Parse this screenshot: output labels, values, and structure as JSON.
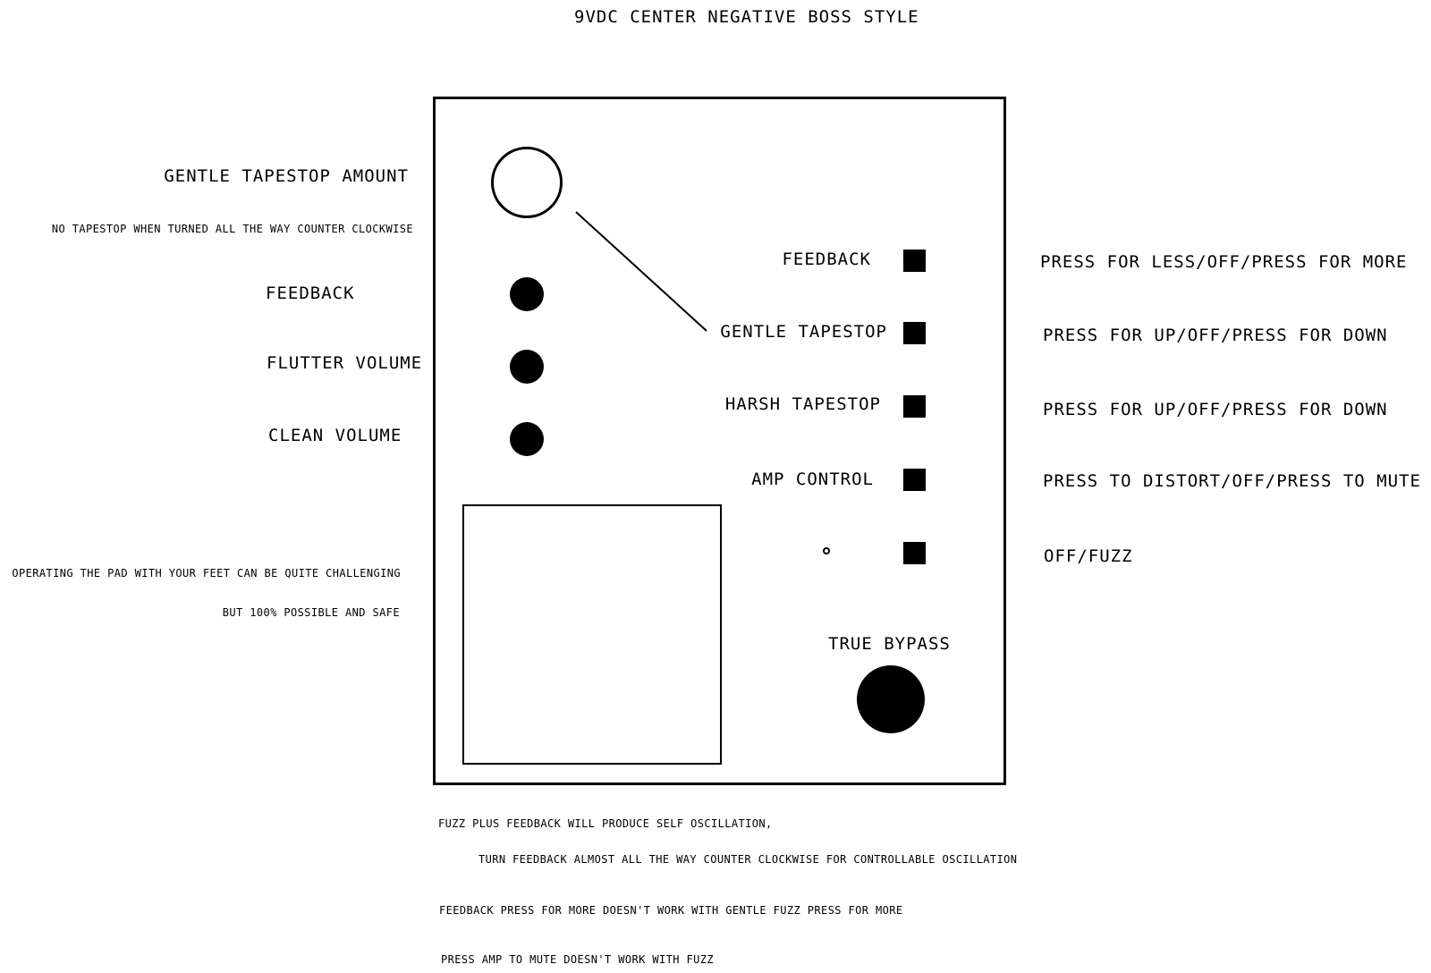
{
  "title": "9VDC CENTER NEGATIVE BOSS STYLE",
  "left_labels": {
    "gentle_amount": "GENTLE TAPESTOP AMOUNT",
    "gentle_note": "NO TAPESTOP WHEN TURNED ALL THE WAY COUNTER CLOCKWISE",
    "feedback": "FEEDBACK",
    "flutter_volume": "FLUTTER VOLUME",
    "clean_volume": "CLEAN VOLUME",
    "pad_note_1": "OPERATING THE PAD WITH YOUR FEET CAN BE QUITE CHALLENGING",
    "pad_note_2": "BUT 100% POSSIBLE AND SAFE"
  },
  "switch_labels": {
    "feedback": "FEEDBACK",
    "gentle_tapestop": "GENTLE TAPESTOP",
    "harsh_tapestop": "HARSH TAPESTOP",
    "amp_control": "AMP CONTROL"
  },
  "right_labels": {
    "feedback": "PRESS FOR LESS/OFF/PRESS FOR MORE",
    "gentle_tapestop": "PRESS FOR UP/OFF/PRESS FOR DOWN",
    "harsh_tapestop": "PRESS FOR UP/OFF/PRESS FOR DOWN",
    "amp_control": "PRESS TO DISTORT/OFF/PRESS TO MUTE",
    "fuzz": "OFF/FUZZ"
  },
  "bypass_label": "TRUE BYPASS",
  "notes": {
    "n1": "FUZZ PLUS FEEDBACK WILL PRODUCE SELF OSCILLATION,",
    "n2": "TURN FEEDBACK ALMOST ALL THE WAY COUNTER CLOCKWISE FOR CONTROLLABLE OSCILLATION",
    "n3": "FEEDBACK PRESS FOR MORE DOESN'T WORK WITH GENTLE FUZZ PRESS FOR MORE",
    "n4": "PRESS AMP TO MUTE DOESN'T WORK WITH FUZZ"
  }
}
